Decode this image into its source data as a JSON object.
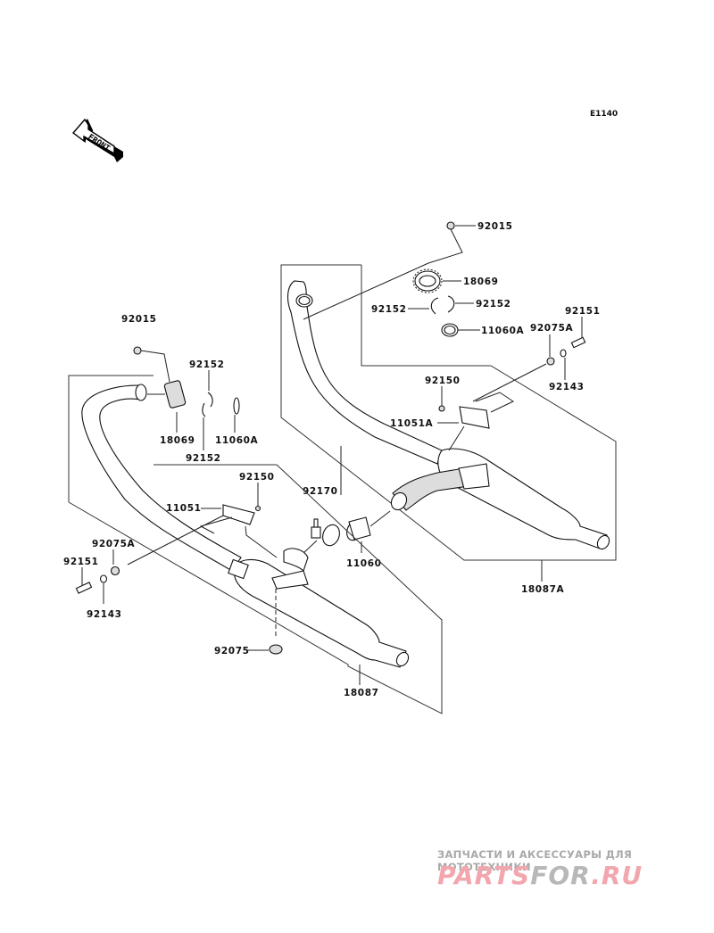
{
  "diagram": {
    "code": "E1140",
    "front_label": "FRONT",
    "labels": {
      "r_92015": "92015",
      "r_18069": "18069",
      "r_92152_left": "92152",
      "r_92152_right": "92152",
      "r_11060A": "11060A",
      "r_92151": "92151",
      "r_92075A": "92075A",
      "r_92143": "92143",
      "r_92150": "92150",
      "r_11051A": "11051A",
      "r_92170": "92170",
      "r_11060": "11060",
      "r_18087A": "18087A",
      "l_92015": "92015",
      "l_92152_top": "92152",
      "l_18069": "18069",
      "l_11060A": "11060A",
      "l_92152_bottom": "92152",
      "l_92150": "92150",
      "l_11051": "11051",
      "l_92075A": "92075A",
      "l_92151": "92151",
      "l_92143": "92143",
      "l_92075": "92075",
      "l_18087": "18087"
    }
  },
  "watermark": {
    "tagline": "ЗАПЧАСТИ И АКСЕССУАРЫ ДЛЯ МОТОТЕХНИКИ",
    "logo_part1": "PARTS",
    "logo_part2": "FOR",
    "logo_part3": ".RU",
    "colors": {
      "pink": "#f2a6ad",
      "gray": "#b8b8b8"
    }
  }
}
